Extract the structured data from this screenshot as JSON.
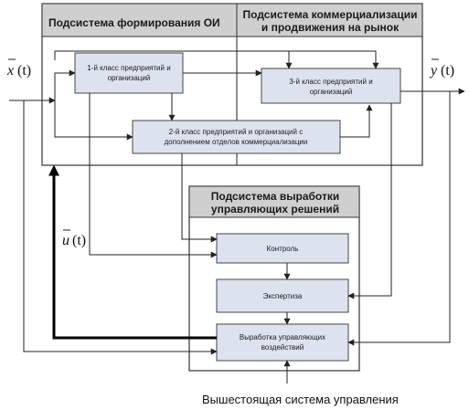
{
  "subsystems": {
    "formation": "Подсистема формирования ОИ",
    "commercialization": [
      "Подсистема коммерциализации",
      "и продвижения на рынок"
    ],
    "control": [
      "Подсистема выработки",
      "управляющих решений"
    ]
  },
  "blocks": {
    "class1": [
      "1-й класс предприятий и",
      "организаций"
    ],
    "class3": [
      "3-й класс предприятий и",
      "организаций"
    ],
    "class2": [
      "2-й класс предприятий и организаций с",
      "дополнением отделов коммерциализации"
    ],
    "control": "Контроль",
    "expertise": "Экспертиза",
    "decisions": [
      "Выработка управляющих",
      "воздействий"
    ]
  },
  "signals": {
    "input": {
      "symbol": "x",
      "arg": "(t)"
    },
    "output": {
      "symbol": "y",
      "arg": "(t)"
    },
    "control": {
      "symbol": "u",
      "arg": "(t)"
    }
  },
  "caption": "Вышестоящая система управления"
}
